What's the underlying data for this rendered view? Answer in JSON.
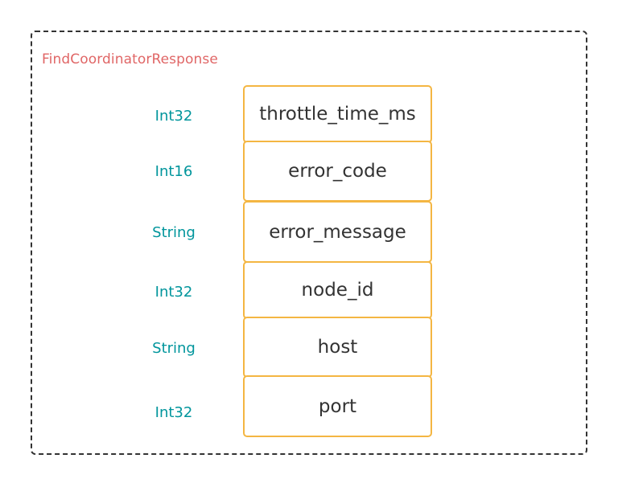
{
  "diagram": {
    "title": "FindCoordinatorResponse",
    "colors": {
      "title": "#e06666",
      "type": "#00959c",
      "field_border": "#f4b642",
      "frame_border": "#333333"
    },
    "rows": [
      {
        "type": "Int32",
        "field": "throttle_time_ms"
      },
      {
        "type": "Int16",
        "field": "error_code"
      },
      {
        "type": "String",
        "field": "error_message"
      },
      {
        "type": "Int32",
        "field": "node_id"
      },
      {
        "type": "String",
        "field": "host"
      },
      {
        "type": "Int32",
        "field": "port"
      }
    ]
  }
}
